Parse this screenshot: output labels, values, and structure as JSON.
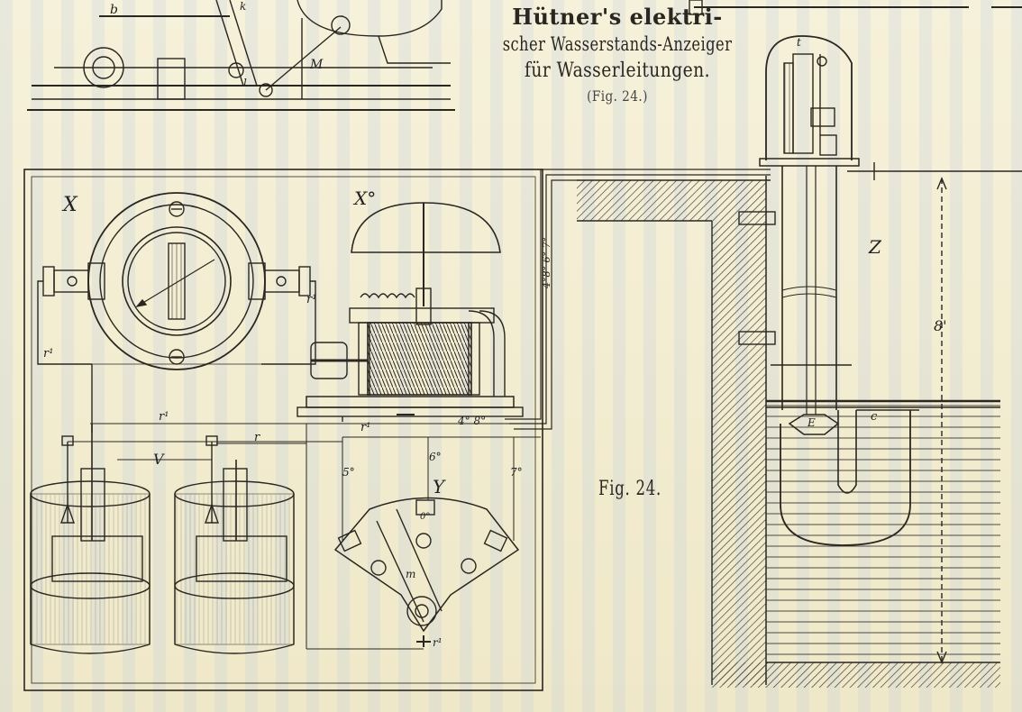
{
  "title": {
    "line1": "Hütner's elektri-",
    "line2": "scher Wasserstands-Anzeiger",
    "line3": "für Wasserleitungen.",
    "subtitle": "(Fig. 24.)"
  },
  "figure_label": "Fig. 24.",
  "labels": {
    "X": "X",
    "X0": "X°",
    "Y": "Y",
    "Z": "Z",
    "V": "V",
    "E": "E",
    "c": "c",
    "r": "r",
    "r1": "r¹",
    "height": "8'",
    "n1": "5°",
    "n2": "6°",
    "n3": "7°",
    "n4": "4° 8°",
    "n5": "0°",
    "m": "m",
    "b": "b",
    "k": "k",
    "M": "M",
    "l": "l",
    "t": "t",
    "wires": "4°8° 6° 7°"
  },
  "colors": {
    "ink": "#2a2620",
    "paper": "#f4efd6",
    "water": "#3a3630"
  }
}
